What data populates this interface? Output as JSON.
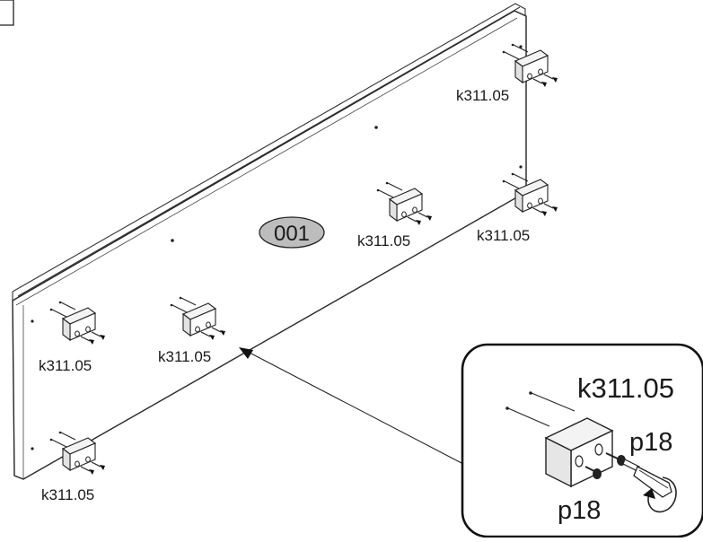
{
  "panel": {
    "part_number": "001"
  },
  "labels": {
    "bracket_part": "k311.05",
    "screw_part": "p18"
  },
  "detail": {
    "bracket_part": "k311.05",
    "screw_top": "p18",
    "screw_bottom": "p18"
  }
}
